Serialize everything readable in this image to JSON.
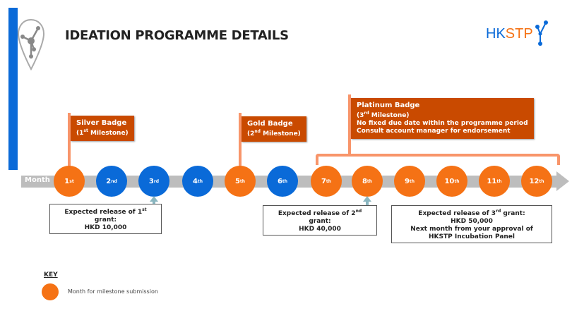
{
  "header": {
    "title": "IDEATION PROGRAMME DETAILS",
    "logo_text": "HKSTP",
    "logo_part1": "HK",
    "logo_part2": "STP"
  },
  "timeline": {
    "axis_label": "Month",
    "months": [
      {
        "num": "1",
        "suffix": "st",
        "milestone": true
      },
      {
        "num": "2",
        "suffix": "nd",
        "milestone": false
      },
      {
        "num": "3",
        "suffix": "rd",
        "milestone": false
      },
      {
        "num": "4",
        "suffix": "th",
        "milestone": false
      },
      {
        "num": "5",
        "suffix": "th",
        "milestone": true
      },
      {
        "num": "6",
        "suffix": "th",
        "milestone": false
      },
      {
        "num": "7",
        "suffix": "th",
        "milestone": true
      },
      {
        "num": "8",
        "suffix": "th",
        "milestone": true
      },
      {
        "num": "9",
        "suffix": "th",
        "milestone": true
      },
      {
        "num": "10",
        "suffix": "th",
        "milestone": true
      },
      {
        "num": "11",
        "suffix": "th",
        "milestone": true
      },
      {
        "num": "12",
        "suffix": "th",
        "milestone": true
      }
    ]
  },
  "badges": {
    "silver": {
      "title": "Silver Badge",
      "sub_pre": "(1",
      "sub_sup": "st",
      "sub_post": " Milestone)"
    },
    "gold": {
      "title": "Gold Badge",
      "sub_pre": "(2",
      "sub_sup": "nd",
      "sub_post": " Milestone)"
    },
    "platinum": {
      "title": "Platinum Badge",
      "sub_pre": "(3",
      "sub_sup": "rd",
      "sub_post": " Milestone)",
      "line3": "No fixed due date within the programme period",
      "line4": "Consult account manager for endorsement"
    }
  },
  "grants": [
    {
      "pre": "Expected release of 1",
      "sup": "st",
      "post": " grant:",
      "amount": "HKD 10,000"
    },
    {
      "pre": "Expected release of 2",
      "sup": "nd",
      "post": " grant:",
      "amount": "HKD 40,000"
    },
    {
      "pre": "Expected release of 3",
      "sup": "rd",
      "post": " grant:",
      "amount": "HKD 50,000",
      "note": "Next month from your approval of HKSTP Incubation Panel"
    }
  ],
  "key": {
    "title": "KEY",
    "item": "Month for milestone submission"
  },
  "colors": {
    "orange": "#f57215",
    "blue": "#0a6ad8",
    "badge": "#c94a00"
  }
}
